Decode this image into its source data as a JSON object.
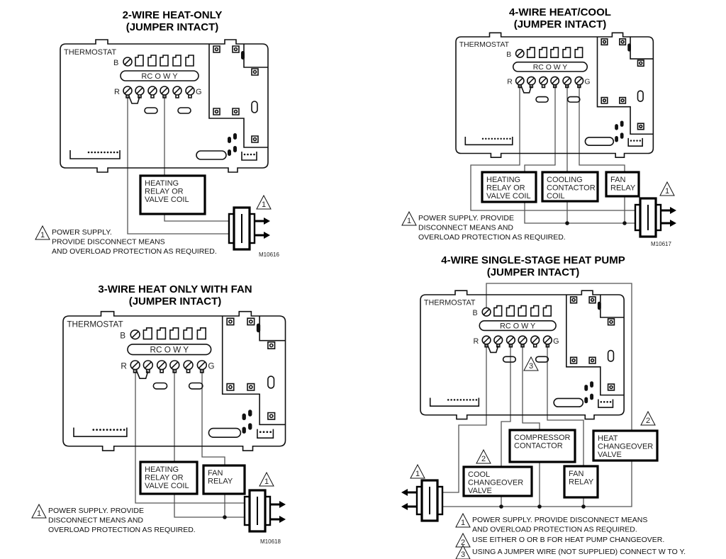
{
  "thermostat": {
    "label": "THERMOSTAT",
    "terminal_b": "B",
    "terminal_r": "R",
    "terminal_g": "G",
    "strip": "RC  O  W   Y"
  },
  "diagrams": [
    {
      "title": [
        "2-WIRE HEAT-ONLY",
        "(JUMPER INTACT)"
      ],
      "boxes": [
        {
          "lines": [
            "HEATING",
            "RELAY OR",
            "VALVE COIL"
          ]
        }
      ],
      "transformer_marker": "1",
      "note": {
        "marker": "1",
        "lines": [
          "POWER SUPPLY.",
          "PROVIDE DISCONNECT MEANS",
          "AND OVERLOAD PROTECTION AS REQUIRED."
        ]
      },
      "figure_id": "M10616"
    },
    {
      "title": [
        "4-WIRE HEAT/COOL",
        "(JUMPER INTACT)"
      ],
      "boxes": [
        {
          "lines": [
            "HEATING",
            "RELAY OR",
            "VALVE COIL"
          ]
        },
        {
          "lines": [
            "COOLING",
            "CONTACTOR",
            "COIL"
          ]
        },
        {
          "lines": [
            "FAN",
            "RELAY"
          ]
        }
      ],
      "transformer_marker": "1",
      "note": {
        "marker": "1",
        "lines": [
          "POWER SUPPLY.  PROVIDE",
          "DISCONNECT MEANS AND",
          "OVERLOAD PROTECTION AS REQUIRED."
        ]
      },
      "figure_id": "M10617"
    },
    {
      "title": [
        "3-WIRE HEAT ONLY WITH FAN",
        "(JUMPER INTACT)"
      ],
      "boxes": [
        {
          "lines": [
            "HEATING",
            "RELAY OR",
            "VALVE COIL"
          ]
        },
        {
          "lines": [
            "FAN",
            "RELAY"
          ]
        }
      ],
      "transformer_marker": "1",
      "note": {
        "marker": "1",
        "lines": [
          "POWER SUPPLY.  PROVIDE",
          "DISCONNECT MEANS AND",
          "OVERLOAD PROTECTION AS REQUIRED."
        ]
      },
      "figure_id": "M10618"
    },
    {
      "title": [
        "4-WIRE SINGLE-STAGE HEAT PUMP",
        "(JUMPER INTACT)"
      ],
      "boxes": [
        {
          "lines": [
            "COMPRESSOR",
            "CONTACTOR"
          ],
          "marker": ""
        },
        {
          "lines": [
            "HEAT",
            "CHANGEOVER",
            "VALVE"
          ],
          "marker": "2"
        },
        {
          "lines": [
            "COOL",
            "CHANGEOVER",
            "VALVE"
          ],
          "marker": "2"
        },
        {
          "lines": [
            "FAN",
            "RELAY"
          ],
          "marker": ""
        }
      ],
      "jumper_marker": "3",
      "transformer_marker": "1",
      "notes": [
        {
          "marker": "1",
          "lines": [
            "POWER SUPPLY.  PROVIDE DISCONNECT MEANS",
            "AND OVERLOAD PROTECTION AS REQUIRED."
          ]
        },
        {
          "marker": "2",
          "lines": [
            "USE EITHER O OR B FOR HEAT PUMP CHANGEOVER."
          ]
        },
        {
          "marker": "3",
          "lines": [
            "USING A JUMPER WIRE (NOT SUPPLIED) CONNECT W TO Y."
          ]
        }
      ]
    }
  ]
}
